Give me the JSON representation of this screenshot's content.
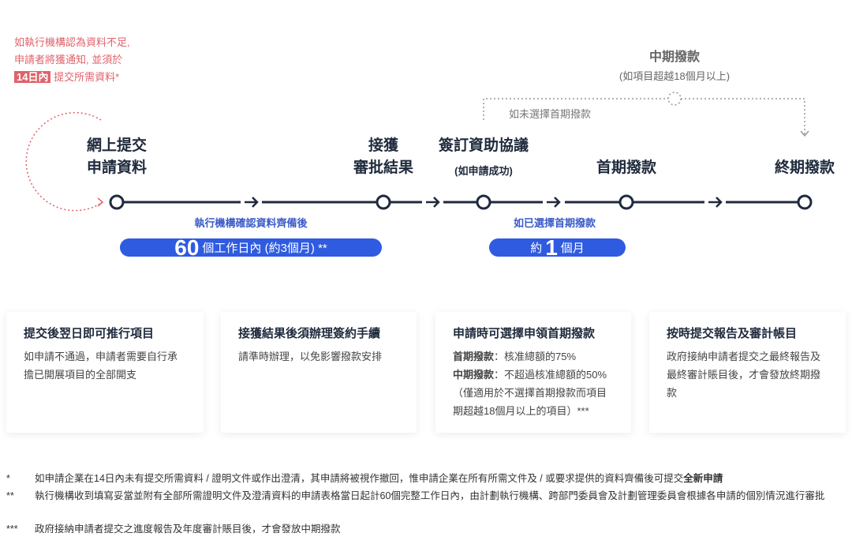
{
  "note": {
    "line1": "如執行機構認為資料不足,",
    "line2": "申請者將獲通知, 並須於",
    "tag": "14日內",
    "line3": "提交所需資料*"
  },
  "steps": [
    {
      "l1": "網上提交",
      "l2": "申請資料"
    },
    {
      "l1": "接獲",
      "l2": "審批結果"
    },
    {
      "l1": "簽訂資助協議",
      "sub": "(如申請成功)"
    },
    {
      "l1": "首期撥款"
    },
    {
      "l1": "終期撥款"
    }
  ],
  "interim": {
    "title": "中期撥款",
    "sub": "(如項目超越18個月以上)",
    "branch": "如未選擇首期撥款"
  },
  "period1": {
    "caption": "執行機構確認資料齊備後",
    "num": "60",
    "text": "個工作日內 (約3個月) **"
  },
  "period2": {
    "caption": "如已選擇首期撥款",
    "pre": "約",
    "num": "1",
    "text": "個月"
  },
  "cards": [
    {
      "title": "提交後翌日即可推行項目",
      "body": "如申請不通過，申請者需要自行承擔已開展項目的全部開支"
    },
    {
      "title": "接獲結果後須辦理簽約手續",
      "body": "請準時辦理，以免影響撥款安排"
    },
    {
      "title": "申請時可選擇申領首期撥款",
      "b1": "首期撥款",
      "t1": "：核准總額的75%",
      "b2": "中期撥款",
      "t2": "：不超過核准總額的50%",
      "t3": "（僅適用於不選擇首期撥款而項目期超越18個月以上的項目）***"
    },
    {
      "title": "按時提交報告及審計帳目",
      "body": "政府接納申請者提交之最終報告及最終審計賬目後，才會發放終期撥款"
    }
  ],
  "footnotes": [
    {
      "mark": "*",
      "text": "如申請企業在14日內未有提交所需資料 / 證明文件或作出澄清，其申請將被視作撤回，惟申請企業在所有所需文件及 / 或要求提供的資料齊備後可提交",
      "bold": "全新申請"
    },
    {
      "mark": "**",
      "text": "執行機構收到填寫妥當並附有全部所需證明文件及澄清資料的申請表格當日起計60個完整工作日內，由計劃執行機構、跨部門委員會及計劃管理委員會根據各申請的個別情況進行審批"
    },
    {
      "mark": "***",
      "text": "政府接納申請者提交之進度報告及年度審計賬目後，才會發放中期撥款"
    }
  ],
  "colors": {
    "accent": "#2f5be0",
    "red": "#e0626a",
    "dark": "#1f2a3c"
  }
}
